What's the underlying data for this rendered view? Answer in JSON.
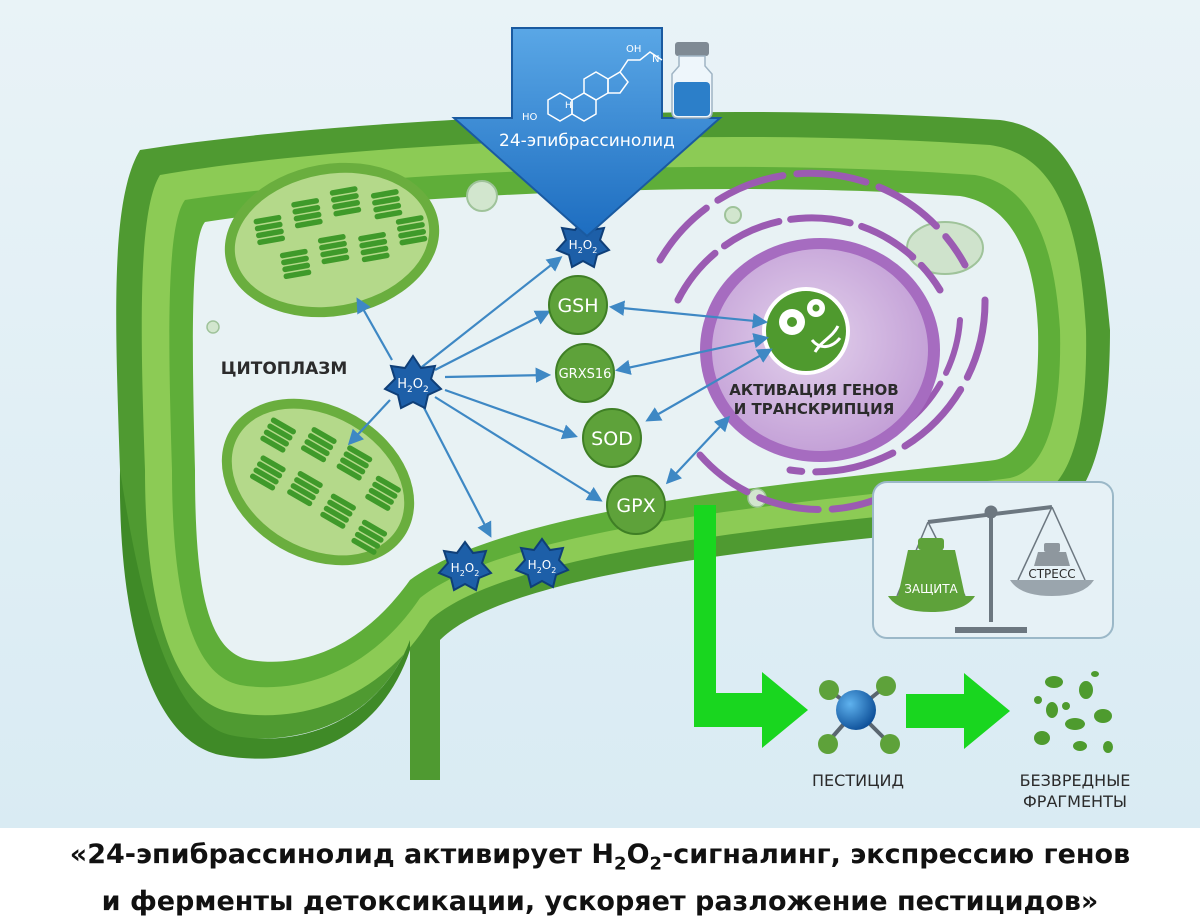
{
  "drug": {
    "name": "24-эпибрассинолид"
  },
  "regions": {
    "cytoplasm": "ЦИТОПЛАЗМ"
  },
  "ros": {
    "base": "H",
    "sub1": "2",
    "mid": "O",
    "sub2": "2"
  },
  "enzymes": [
    "GSH",
    "GRXS16",
    "SOD",
    "GPX"
  ],
  "nucleus": {
    "line1": "АКТИВАЦИЯ ГЕНОВ",
    "line2": "И ТРАНСКРИПЦИЯ"
  },
  "balance": {
    "left": "ЗАЩИТА",
    "right": "СТРЕСС"
  },
  "pathway": {
    "pesticide": "ПЕСТИЦИД",
    "fragments_line1": "БЕЗВРЕДНЫЕ",
    "fragments_line2": "ФРАГМЕНТЫ"
  },
  "molecule": {
    "oh": "OH",
    "ho": "HO",
    "h": "H",
    "n": "N"
  },
  "caption": {
    "l1_a": "«24-эпибрассинолид активирует H",
    "l1_s1": "2",
    "l1_b": "O",
    "l1_s2": "2",
    "l1_c": "-сигналинг, экспрессию генов",
    "l2": "и ферменты детоксикации, ускоряет разложение пестицидов»"
  },
  "colors": {
    "wall": "#5da83a",
    "wall_dark": "#3f8a27",
    "cytoplasm": "#e8f2f4",
    "chloroplast": "#8cc063",
    "grana": "#3f9a2a",
    "ros": "#1d5fa8",
    "enzyme": "#5ea23a",
    "nucleus": "#c9a7d9",
    "er": "#9b5bb2",
    "arrow_blue": "#3e88c4",
    "pathway_green": "#19d61f",
    "drug_arrow": "#2f7fcf"
  }
}
